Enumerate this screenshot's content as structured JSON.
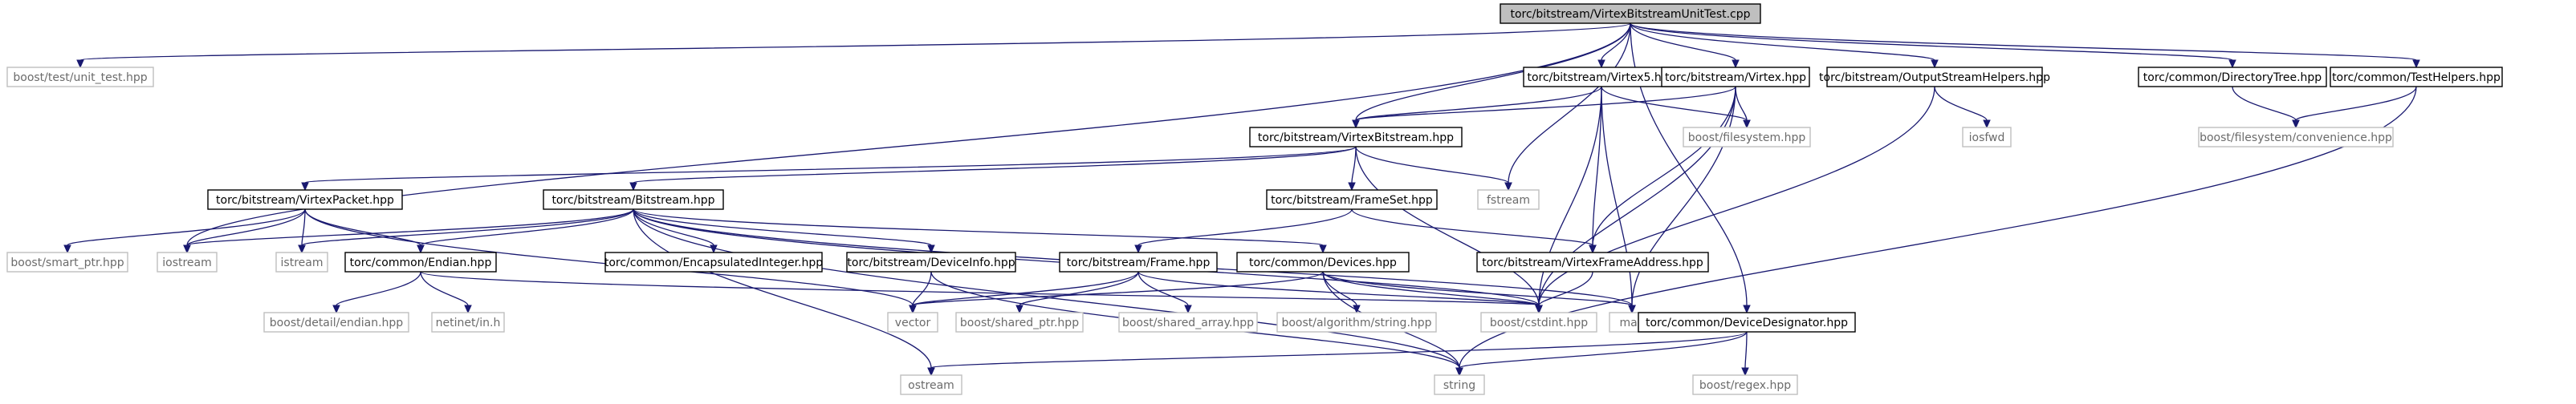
{
  "colors": {
    "edge": "#191970",
    "root_fill": "#bfbfbf",
    "external_border": "#bfbfbf",
    "node_border": "#000000"
  },
  "nodes": [
    {
      "id": "root",
      "label": "torc/bitstream/VirtexBitstreamUnitTest.cpp",
      "kind": "root"
    },
    {
      "id": "unit_test",
      "label": "boost/test/unit_test.hpp",
      "kind": "external"
    },
    {
      "id": "virtex5",
      "label": "torc/bitstream/Virtex5.hpp",
      "kind": "internal"
    },
    {
      "id": "virtex",
      "label": "torc/bitstream/Virtex.hpp",
      "kind": "internal"
    },
    {
      "id": "outhelpers",
      "label": "torc/bitstream/OutputStreamHelpers.hpp",
      "kind": "internal"
    },
    {
      "id": "dirtree",
      "label": "torc/common/DirectoryTree.hpp",
      "kind": "internal"
    },
    {
      "id": "testhelpers",
      "label": "torc/common/TestHelpers.hpp",
      "kind": "internal"
    },
    {
      "id": "vbitstream",
      "label": "torc/bitstream/VirtexBitstream.hpp",
      "kind": "internal"
    },
    {
      "id": "filesystem",
      "label": "boost/filesystem.hpp",
      "kind": "external"
    },
    {
      "id": "iosfwd",
      "label": "iosfwd",
      "kind": "external"
    },
    {
      "id": "convenience",
      "label": "boost/filesystem/convenience.hpp",
      "kind": "external"
    },
    {
      "id": "fstream",
      "label": "fstream",
      "kind": "external"
    },
    {
      "id": "vpacket",
      "label": "torc/bitstream/VirtexPacket.hpp",
      "kind": "internal"
    },
    {
      "id": "bitstream",
      "label": "torc/bitstream/Bitstream.hpp",
      "kind": "internal"
    },
    {
      "id": "frameset",
      "label": "torc/bitstream/FrameSet.hpp",
      "kind": "internal"
    },
    {
      "id": "smartptr",
      "label": "boost/smart_ptr.hpp",
      "kind": "external"
    },
    {
      "id": "iostream",
      "label": "iostream",
      "kind": "external"
    },
    {
      "id": "istream",
      "label": "istream",
      "kind": "external"
    },
    {
      "id": "endian",
      "label": "torc/common/Endian.hpp",
      "kind": "internal"
    },
    {
      "id": "encint",
      "label": "torc/common/EncapsulatedInteger.hpp",
      "kind": "internal"
    },
    {
      "id": "devinfo",
      "label": "torc/bitstream/DeviceInfo.hpp",
      "kind": "internal"
    },
    {
      "id": "frame",
      "label": "torc/bitstream/Frame.hpp",
      "kind": "internal"
    },
    {
      "id": "devices",
      "label": "torc/common/Devices.hpp",
      "kind": "internal"
    },
    {
      "id": "vframeaddr",
      "label": "torc/bitstream/VirtexFrameAddress.hpp",
      "kind": "internal"
    },
    {
      "id": "detailendian",
      "label": "boost/detail/endian.hpp",
      "kind": "external"
    },
    {
      "id": "netinet",
      "label": "netinet/in.h",
      "kind": "external"
    },
    {
      "id": "vector",
      "label": "vector",
      "kind": "external"
    },
    {
      "id": "sharedptr",
      "label": "boost/shared_ptr.hpp",
      "kind": "external"
    },
    {
      "id": "sharedarray",
      "label": "boost/shared_array.hpp",
      "kind": "external"
    },
    {
      "id": "algostring",
      "label": "boost/algorithm/string.hpp",
      "kind": "external"
    },
    {
      "id": "cstdint",
      "label": "boost/cstdint.hpp",
      "kind": "external"
    },
    {
      "id": "map",
      "label": "map",
      "kind": "external"
    },
    {
      "id": "devdesig",
      "label": "torc/common/DeviceDesignator.hpp",
      "kind": "internal"
    },
    {
      "id": "ostream",
      "label": "ostream",
      "kind": "external"
    },
    {
      "id": "string",
      "label": "string",
      "kind": "external"
    },
    {
      "id": "regex",
      "label": "boost/regex.hpp",
      "kind": "external"
    }
  ],
  "edges": [
    [
      "root",
      "unit_test"
    ],
    [
      "root",
      "iostream"
    ],
    [
      "root",
      "vbitstream"
    ],
    [
      "root",
      "fstream"
    ],
    [
      "root",
      "virtex5"
    ],
    [
      "root",
      "virtex"
    ],
    [
      "root",
      "outhelpers"
    ],
    [
      "root",
      "devdesig"
    ],
    [
      "root",
      "dirtree"
    ],
    [
      "root",
      "testhelpers"
    ],
    [
      "virtex5",
      "vbitstream"
    ],
    [
      "virtex5",
      "filesystem"
    ],
    [
      "virtex5",
      "vframeaddr"
    ],
    [
      "virtex5",
      "cstdint"
    ],
    [
      "virtex5",
      "map"
    ],
    [
      "virtex",
      "vbitstream"
    ],
    [
      "virtex",
      "filesystem"
    ],
    [
      "virtex",
      "vframeaddr"
    ],
    [
      "virtex",
      "cstdint"
    ],
    [
      "virtex",
      "map"
    ],
    [
      "outhelpers",
      "iosfwd"
    ],
    [
      "outhelpers",
      "cstdint"
    ],
    [
      "dirtree",
      "convenience"
    ],
    [
      "testhelpers",
      "convenience"
    ],
    [
      "testhelpers",
      "string"
    ],
    [
      "vbitstream",
      "vpacket"
    ],
    [
      "vbitstream",
      "bitstream"
    ],
    [
      "vbitstream",
      "frameset"
    ],
    [
      "vbitstream",
      "fstream"
    ],
    [
      "vbitstream",
      "cstdint"
    ],
    [
      "vpacket",
      "smartptr"
    ],
    [
      "vpacket",
      "iostream"
    ],
    [
      "vpacket",
      "istream"
    ],
    [
      "vpacket",
      "endian"
    ],
    [
      "vpacket",
      "vector"
    ],
    [
      "bitstream",
      "iostream"
    ],
    [
      "bitstream",
      "istream"
    ],
    [
      "bitstream",
      "endian"
    ],
    [
      "bitstream",
      "encint"
    ],
    [
      "bitstream",
      "devinfo"
    ],
    [
      "bitstream",
      "devices"
    ],
    [
      "bitstream",
      "ostream"
    ],
    [
      "bitstream",
      "string"
    ],
    [
      "bitstream",
      "cstdint"
    ],
    [
      "bitstream",
      "map"
    ],
    [
      "frameset",
      "frame"
    ],
    [
      "frameset",
      "vframeaddr"
    ],
    [
      "endian",
      "detailendian"
    ],
    [
      "endian",
      "netinet"
    ],
    [
      "endian",
      "cstdint"
    ],
    [
      "devinfo",
      "vector"
    ],
    [
      "devinfo",
      "string"
    ],
    [
      "frame",
      "vector"
    ],
    [
      "frame",
      "sharedptr"
    ],
    [
      "frame",
      "sharedarray"
    ],
    [
      "frame",
      "cstdint"
    ],
    [
      "devices",
      "vector"
    ],
    [
      "devices",
      "algostring"
    ],
    [
      "devices",
      "string"
    ],
    [
      "devices",
      "cstdint"
    ],
    [
      "devices",
      "map"
    ],
    [
      "vframeaddr",
      "cstdint"
    ],
    [
      "devdesig",
      "ostream"
    ],
    [
      "devdesig",
      "string"
    ],
    [
      "devdesig",
      "regex"
    ]
  ]
}
